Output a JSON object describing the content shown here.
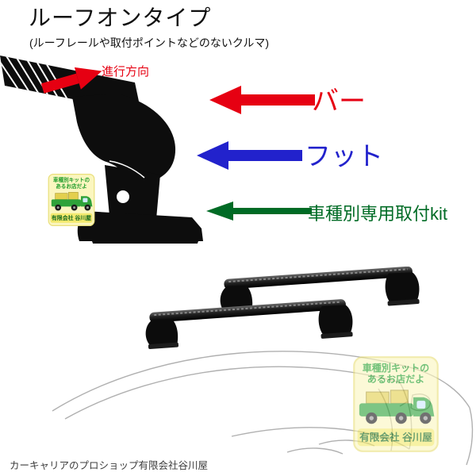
{
  "page": {
    "title": "ルーフオンタイプ",
    "subtitle": "(ルーフレールや取付ポイントなどのないクルマ)",
    "direction_label": "進行方向",
    "footer": "カーキャリアのプロショップ有限会社谷川屋"
  },
  "annotations": {
    "bar": {
      "label": "バー",
      "color": "#e60012"
    },
    "foot": {
      "label": "フット",
      "color": "#2222cc"
    },
    "kit": {
      "label": "車種別専用取付kit",
      "color": "#006b25"
    }
  },
  "watermark": {
    "line1": "車種別キットの",
    "line2": "あるお店だよ",
    "company": "有限会社 谷川屋"
  }
}
